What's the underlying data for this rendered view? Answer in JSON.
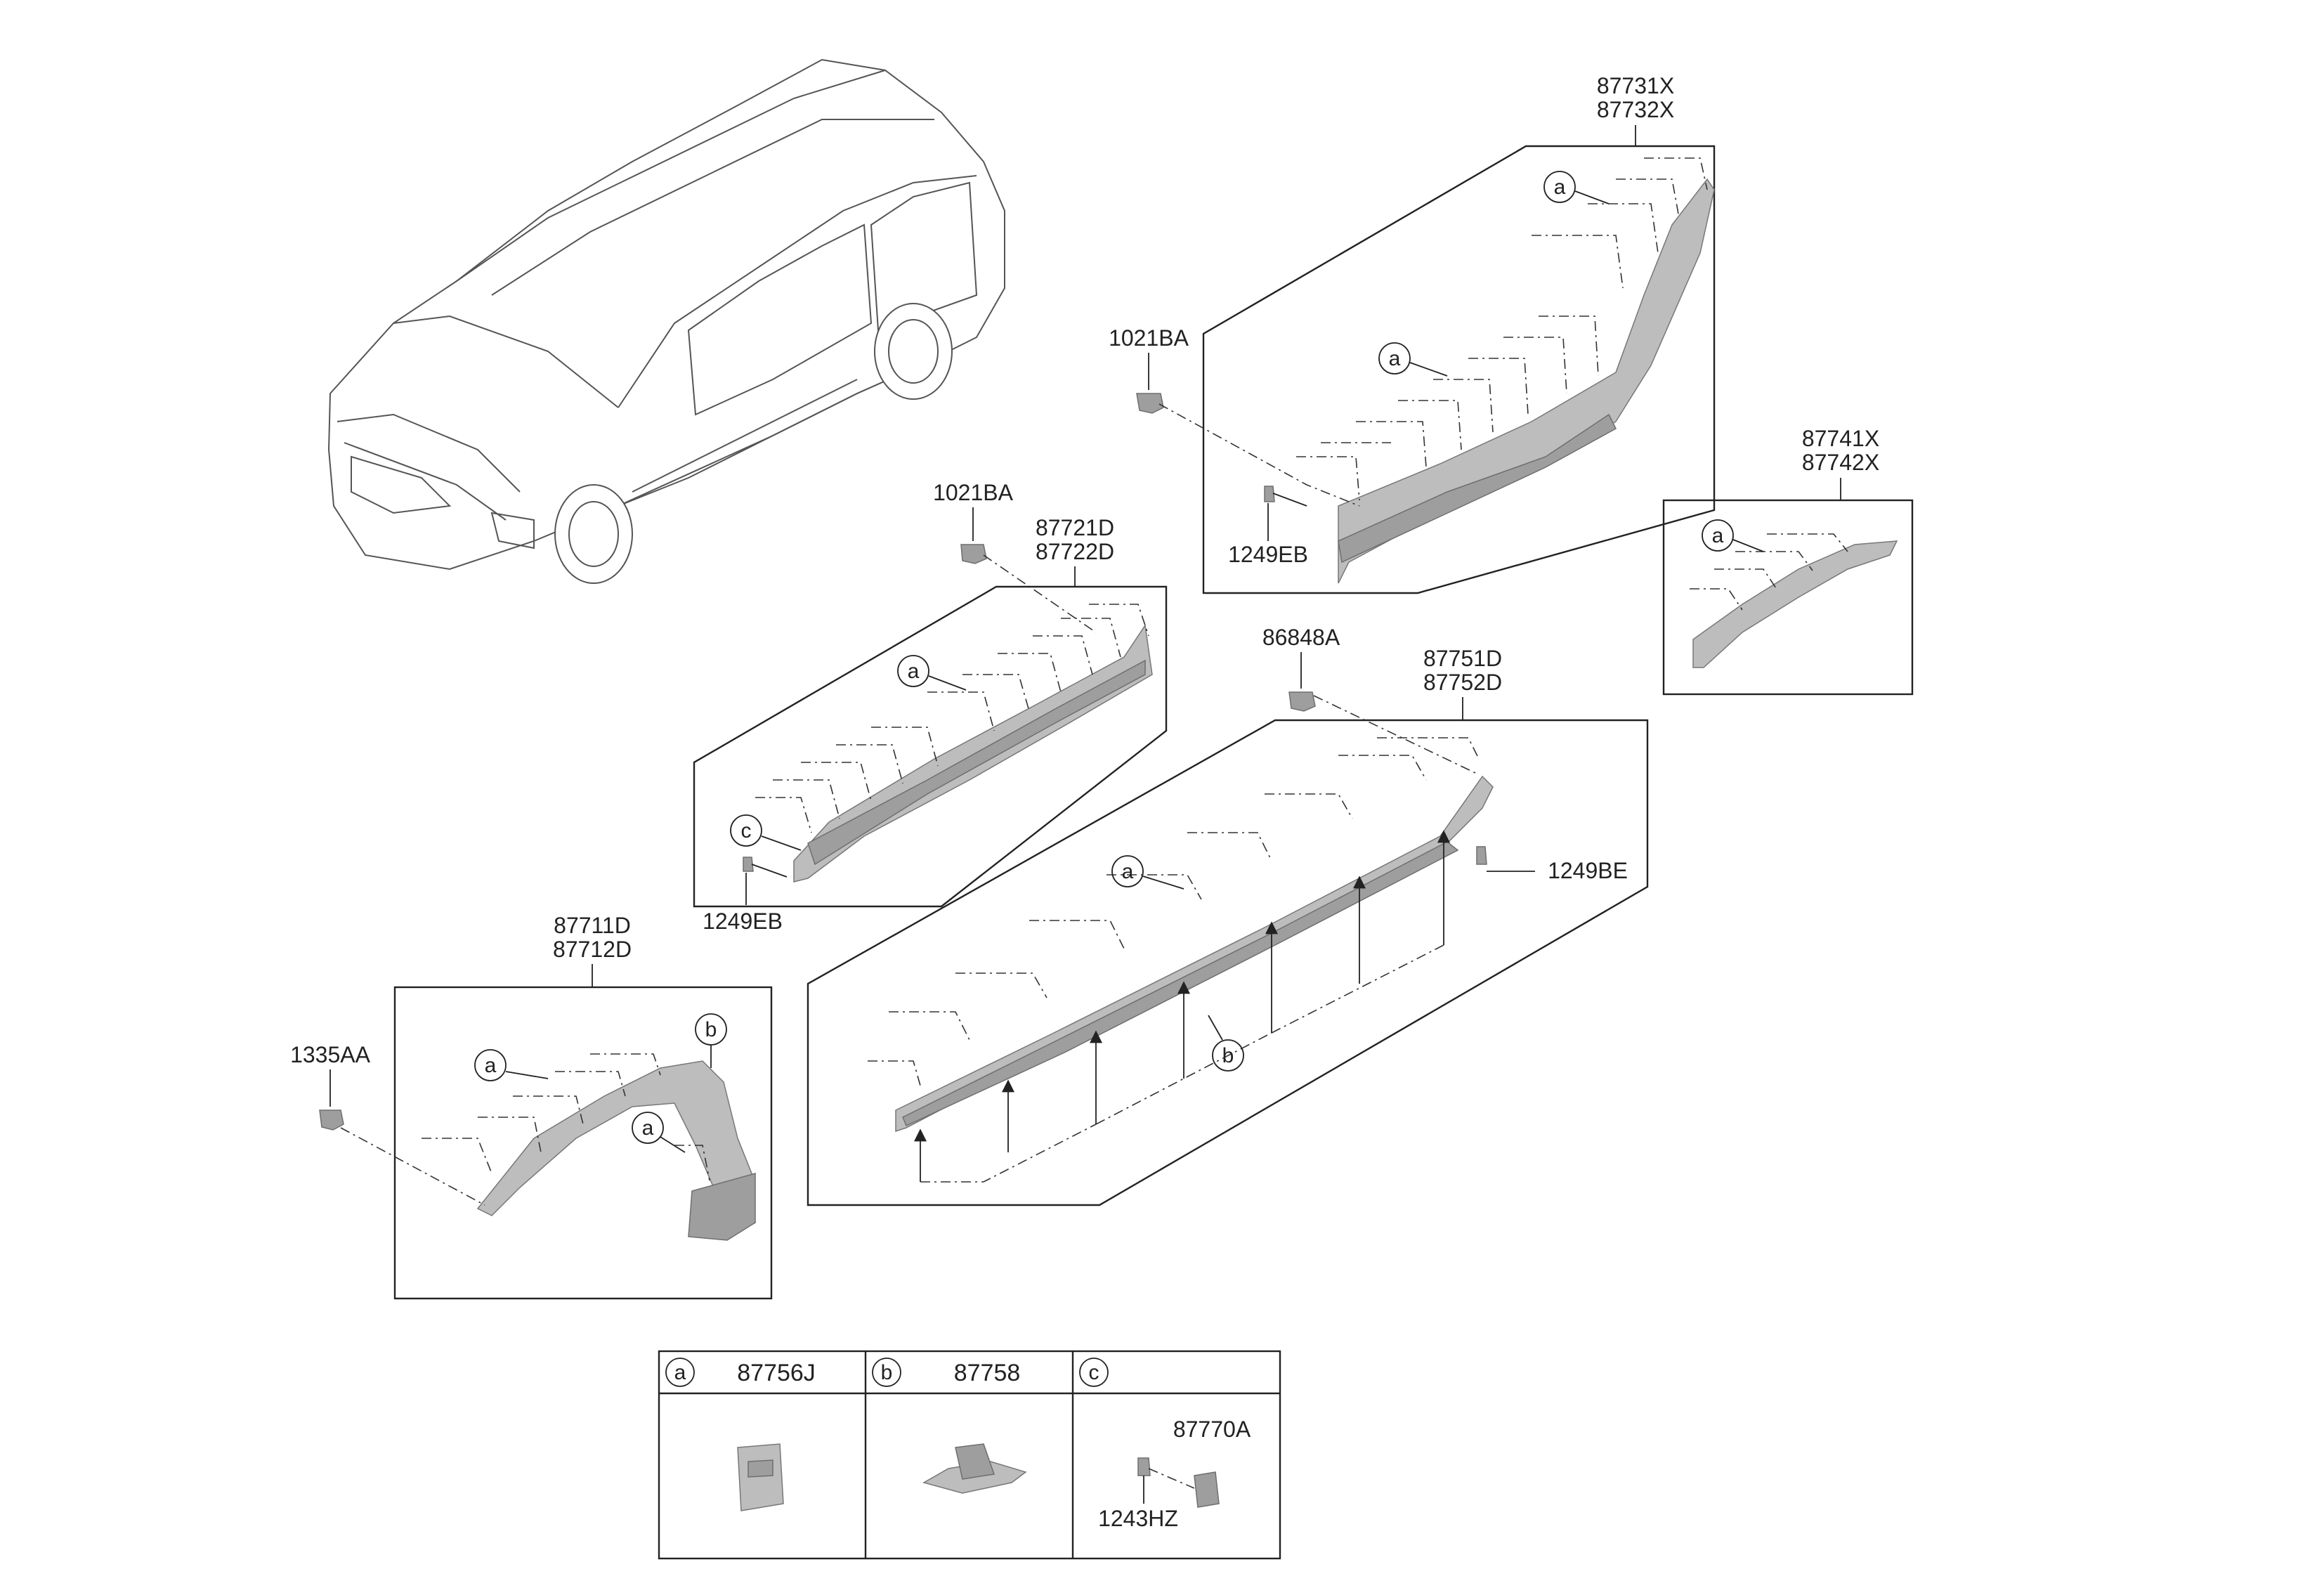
{
  "diagram": {
    "callouts": {
      "rear_garnish": [
        "87731X",
        "87732X"
      ],
      "nut_rear": "1021BA",
      "screw_rear": "1249EB",
      "rear_end_piece": [
        "87741X",
        "87742X"
      ],
      "nut_front_door": "1021BA",
      "front_door_moulding": [
        "87721D",
        "87722D"
      ],
      "screw_front_door": "1249EB",
      "clip_nut_sill": "86848A",
      "side_sill": [
        "87751D",
        "87752D"
      ],
      "screw_sill": "1249BE",
      "fender_moulding": [
        "87711D",
        "87712D"
      ],
      "nut_fender": "1335AA"
    },
    "circle_labels": {
      "a": "a",
      "b": "b",
      "c": "c"
    },
    "legend": {
      "a": {
        "letter": "a",
        "part": "87756J"
      },
      "b": {
        "letter": "b",
        "part": "87758"
      },
      "c": {
        "letter": "c",
        "part": "",
        "sub1": "87770A",
        "sub2": "1243HZ"
      }
    }
  }
}
